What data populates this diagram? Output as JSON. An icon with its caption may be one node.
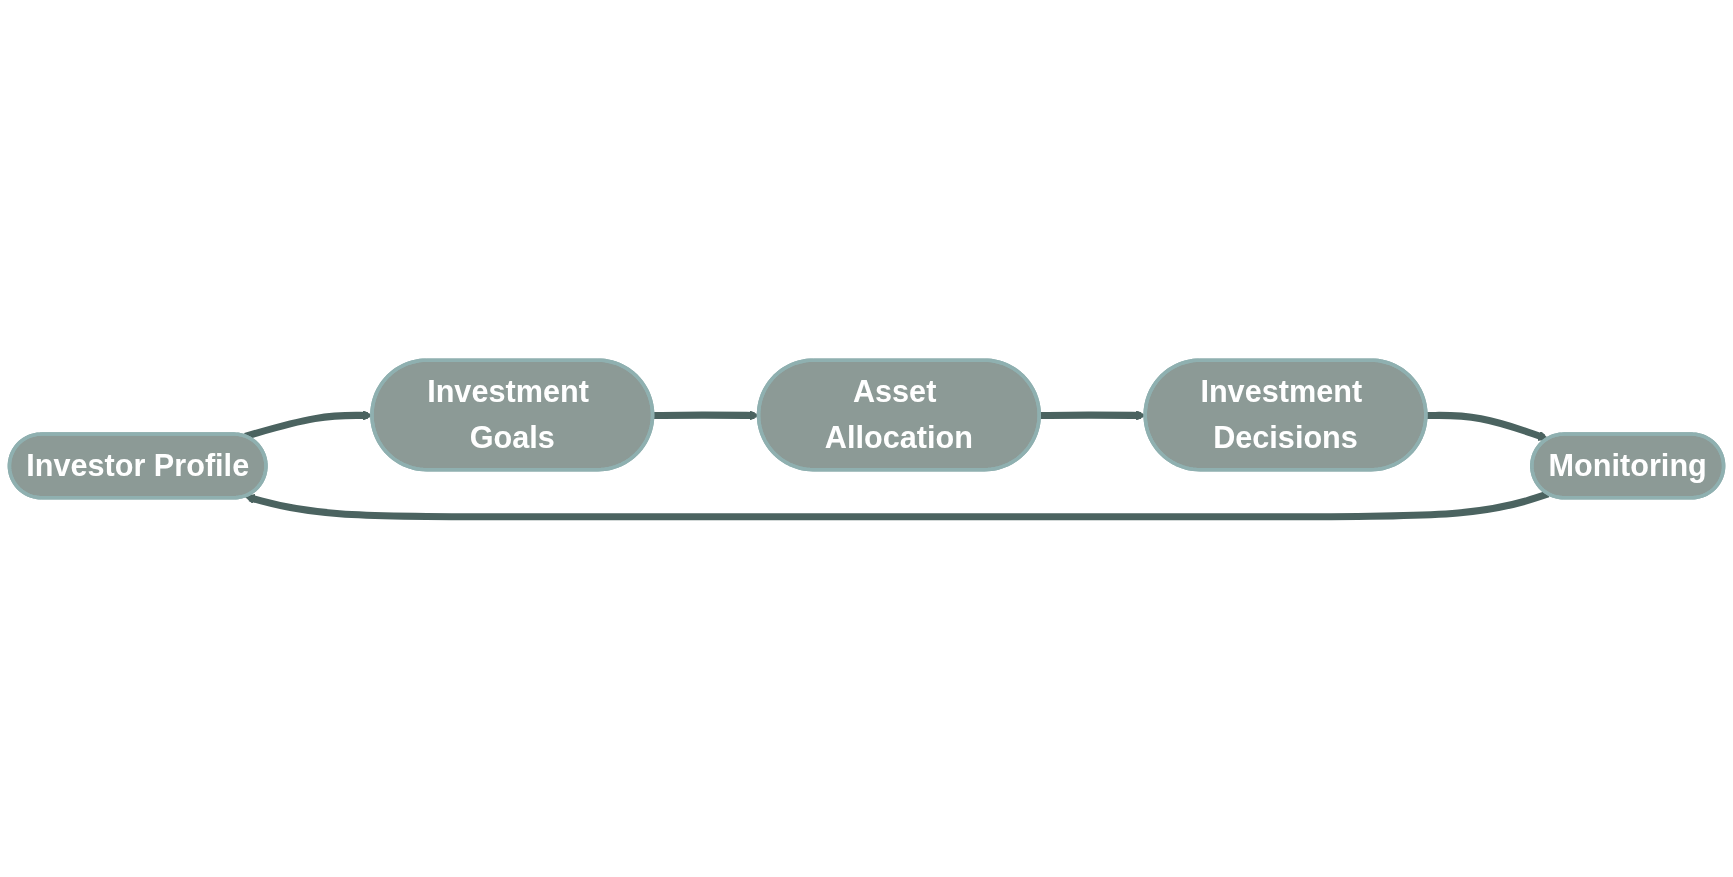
{
  "diagram": {
    "nodes": [
      {
        "text": [
          "Investor Profile"
        ]
      },
      {
        "text": [
          "Investment Goals"
        ]
      },
      {
        "text": [
          "Asset Allocation"
        ]
      },
      {
        "text": [
          "Investment Decisions"
        ]
      },
      {
        "text": [
          "Monitoring"
        ]
      }
    ],
    "edges": [
      {
        "from": 0,
        "to": 1,
        "arrow": "to"
      },
      {
        "from": 1,
        "to": 2,
        "arrow": "to"
      },
      {
        "from": 2,
        "to": 3,
        "arrow": "to"
      },
      {
        "from": 3,
        "to": 4,
        "arrow": "to"
      },
      {
        "from": 4,
        "to": 0,
        "arrow": "to"
      }
    ]
  }
}
